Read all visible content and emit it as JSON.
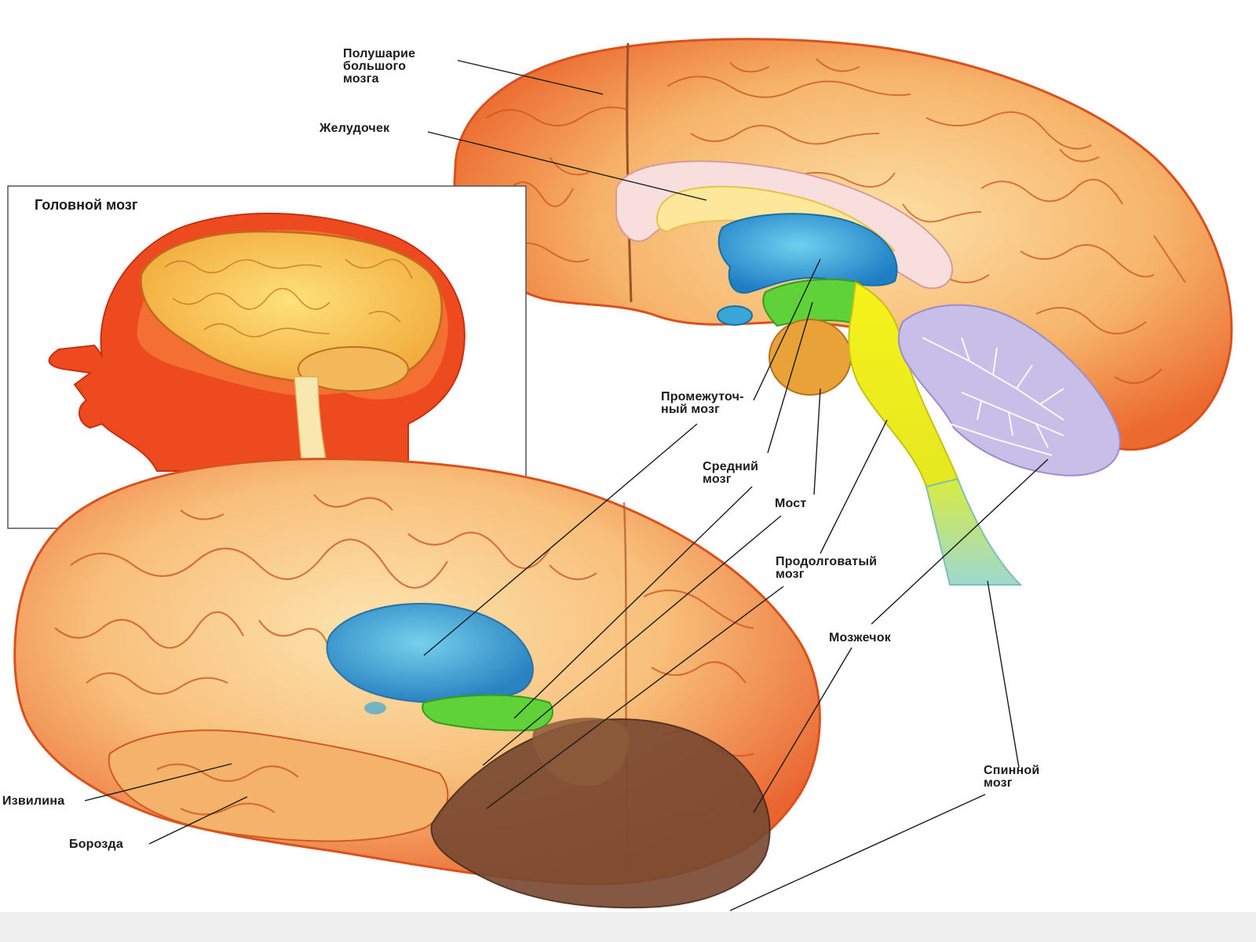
{
  "inset": {
    "title": "Головной мозг"
  },
  "labels": {
    "hemisphere": "Полушарие\nбольшого\nмозга",
    "ventricle": "Желудочек",
    "diencephalon": "Промежуточ-\nный мозг",
    "midbrain": "Средний\nмозг",
    "pons": "Мост",
    "medulla": "Продолговатый\nмозг",
    "cerebellum": "Мозжечок",
    "spinal_cord": "Спинной\nмозг",
    "gyrus": "Извилина",
    "sulcus": "Борозда"
  },
  "colors": {
    "cortex": "#f6b46a",
    "cortex_edge": "#e85a2a",
    "ventricle": "#fde79a",
    "corpus_callosum": "#f9dede",
    "diencephalon": "#1ea0e8",
    "midbrain": "#5fd23a",
    "pons": "#e8a238",
    "medulla": "#f2ee18",
    "cerebellum": "#c8bfe9",
    "spinal_cord": "#a8e0cc",
    "head": "#ee4a20",
    "inset_brain": "#f8c048",
    "bottom_bar": "#efefef"
  }
}
